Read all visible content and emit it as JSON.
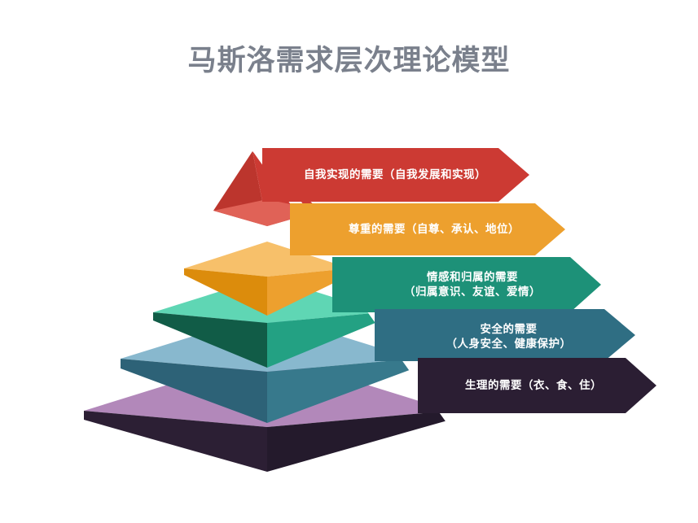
{
  "page": {
    "background": "#ffffff",
    "title": "马斯洛需求层次理论模型",
    "title_color": "#7a808c"
  },
  "chart_data": {
    "type": "pyramid",
    "title": "马斯洛需求层次理论模型",
    "xlabel": "",
    "ylabel": "",
    "grid": false,
    "legend": "none",
    "orientation": "bottom-to-top",
    "levels": [
      {
        "rank": 5,
        "label": "自我实现的需要（自我发展和实现）",
        "lines": [
          "自我实现的需要（自我发展和实现）"
        ],
        "color": "#cc3a33",
        "top_color": "#e06257",
        "left_color": "#a32f28",
        "right_color": "#cc3a33",
        "text_color": "#ffffff"
      },
      {
        "rank": 4,
        "label": "尊重的需要（自尊、承认、地位）",
        "lines": [
          "尊重的需要（自尊、承认、地位）"
        ],
        "color": "#eda02e",
        "top_color": "#f7c06a",
        "left_color": "#dc8c0c",
        "right_color": "#eda02e",
        "text_color": "#ffffff"
      },
      {
        "rank": 3,
        "label": "情感和归属的需要（归属意识、友谊、爱情）",
        "lines": [
          "情感和归属的需要",
          "（归属意识、友谊、爱情）"
        ],
        "color": "#1d9178",
        "top_color": "#5fd6b4",
        "left_color": "#115c47",
        "right_color": "#23a183",
        "text_color": "#ffffff"
      },
      {
        "rank": 2,
        "label": "安全的需要（人身安全、健康保护）",
        "lines": [
          "安全的需要",
          "（人身安全、健康保护）"
        ],
        "color": "#2f6e83",
        "top_color": "#88b8ce",
        "left_color": "#2d6277",
        "right_color": "#37798c",
        "text_color": "#ffffff"
      },
      {
        "rank": 1,
        "label": "生理的需要（衣、食、住）",
        "lines": [
          "生理的需要（衣、食、住）"
        ],
        "color": "#2b1e33",
        "top_color": "#b288ba",
        "left_color": "#2c1f34",
        "right_color": "#241a2c",
        "text_color": "#ffffff"
      }
    ]
  }
}
